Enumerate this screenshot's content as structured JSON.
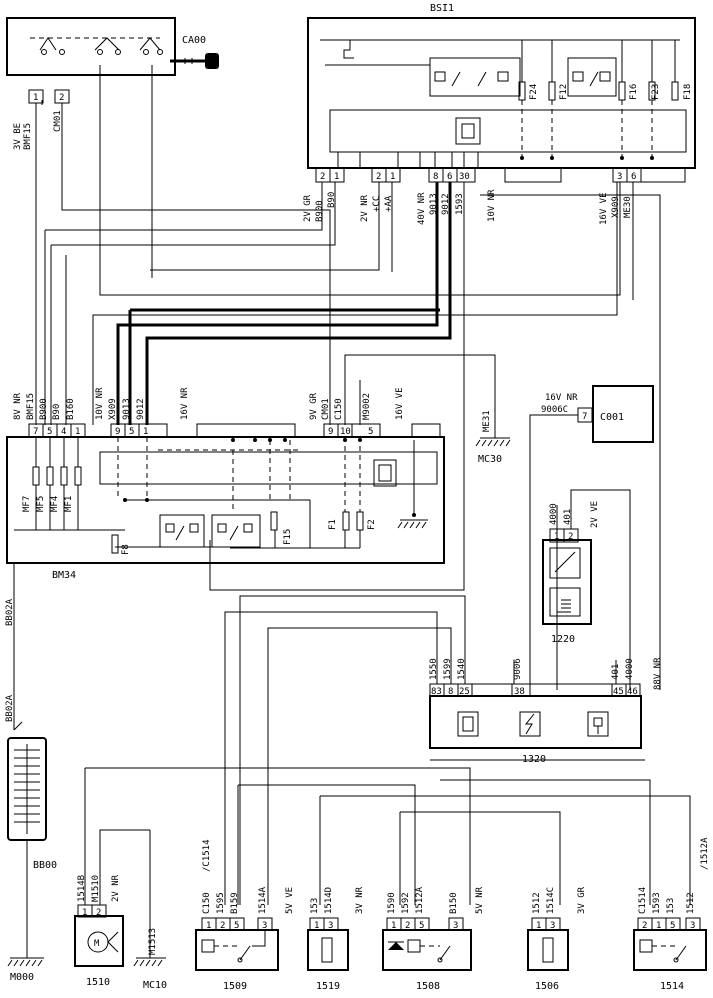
{
  "components": {
    "bsi1": "BSI1",
    "ca00": "CA00",
    "bm34": "BM34",
    "c001": "C001",
    "c001_pin": "7",
    "part_1220": "1220",
    "part_1320": "1320",
    "part_1510": "1510",
    "part_1509": "1509",
    "part_1519": "1519",
    "part_1508": "1508",
    "part_1506": "1506",
    "part_1514": "1514",
    "bb00": "BB00",
    "m000": "M000",
    "mc10": "MC10",
    "mc30": "MC30",
    "me31": "ME31",
    "m1513": "M1513"
  },
  "fuses": {
    "bsi1": [
      "F24",
      "F12",
      "F16",
      "F23",
      "F18"
    ],
    "bm34": [
      "MF7",
      "MF5",
      "MF4",
      "MF1",
      "F8",
      "F15",
      "F1",
      "F2"
    ]
  },
  "connectors": {
    "ca00_pins": [
      "1",
      "2"
    ],
    "ca00_conn": "3V BE",
    "ca00_wires": [
      "BMF15",
      "CM01"
    ],
    "bsi1_left_pins": [
      "2",
      "1",
      "2",
      "1"
    ],
    "bsi1_left_conns": [
      "2V GR",
      "2V NR"
    ],
    "bsi1_left_wires": [
      "B900",
      "B90",
      "+CC",
      "+AA"
    ],
    "bsi1_mid_pins": [
      "8",
      "6",
      "30"
    ],
    "bsi1_mid_conns": [
      "40V NR",
      "10V NR"
    ],
    "bsi1_mid_wires": [
      "9013",
      "9012",
      "1593"
    ],
    "bsi1_right_pins": [
      "3",
      "6"
    ],
    "bsi1_right_conn": "16V VE",
    "bsi1_right_wires": [
      "X909",
      "ME30"
    ],
    "bm34_left_pins": [
      "7",
      "5",
      "4",
      "1"
    ],
    "bm34_left_conn": "8V NR",
    "bm34_left_wires": [
      "BMF15",
      "B900",
      "B90",
      "B160"
    ],
    "bm34_a_pins": [
      "9",
      "5",
      "1"
    ],
    "bm34_a_conns": [
      "10V NR",
      "16V NR"
    ],
    "bm34_a_wires": [
      "X909",
      "9013",
      "9012"
    ],
    "bm34_b_pins": [
      "9",
      "10",
      "5"
    ],
    "bm34_b_conns": [
      "9V GR",
      "16V VE"
    ],
    "bm34_b_wires": [
      "CM01",
      "C150",
      "M9002"
    ],
    "c001_conn": "16V NR",
    "c001_wire": "9006C",
    "s1220_pins": [
      "1",
      "2"
    ],
    "s1220_conn": "2V VE",
    "s1220_wires": [
      "4000",
      "401"
    ],
    "ecu_pins": [
      "83",
      "8",
      "25",
      "38",
      "45",
      "46"
    ],
    "ecu_conn": "88V NR",
    "ecu_wires": [
      "1550",
      "1599",
      "1540",
      "9006",
      "401",
      "4000"
    ],
    "bb02a": "BB02A",
    "m1510_pins": [
      "1",
      "2"
    ],
    "m1510_conn": "2V NR",
    "m1510_wires": [
      "1514B",
      "M1510"
    ],
    "r1509_pins": [
      "1",
      "2",
      "5",
      "3"
    ],
    "r1509_conn": "5V VE",
    "r1509_wires": [
      "C150",
      "/C1514",
      "1595",
      "B159",
      "1514A"
    ],
    "r1519_pins": [
      "1",
      "3"
    ],
    "r1519_conn": "3V NR",
    "r1519_wires": [
      "153",
      "1514D"
    ],
    "r1508_pins": [
      "1",
      "2",
      "5",
      "3"
    ],
    "r1508_conn": "5V NR",
    "r1508_wires": [
      "1590",
      "1592",
      "1512A",
      "B150"
    ],
    "r1506_pins": [
      "1",
      "3"
    ],
    "r1506_conn": "3V GR",
    "r1506_wires": [
      "1512",
      "1514C"
    ],
    "r1514_pins": [
      "2",
      "1",
      "5",
      "3"
    ],
    "r1514_wires": [
      "C1514",
      "1593",
      "153",
      "1512",
      "/1512A"
    ]
  },
  "icons": [
    "relay-switch",
    "fuse",
    "ecu-chip",
    "battery",
    "motor-fan",
    "diode",
    "ground",
    "temperature-sensor",
    "key",
    "lightning"
  ]
}
